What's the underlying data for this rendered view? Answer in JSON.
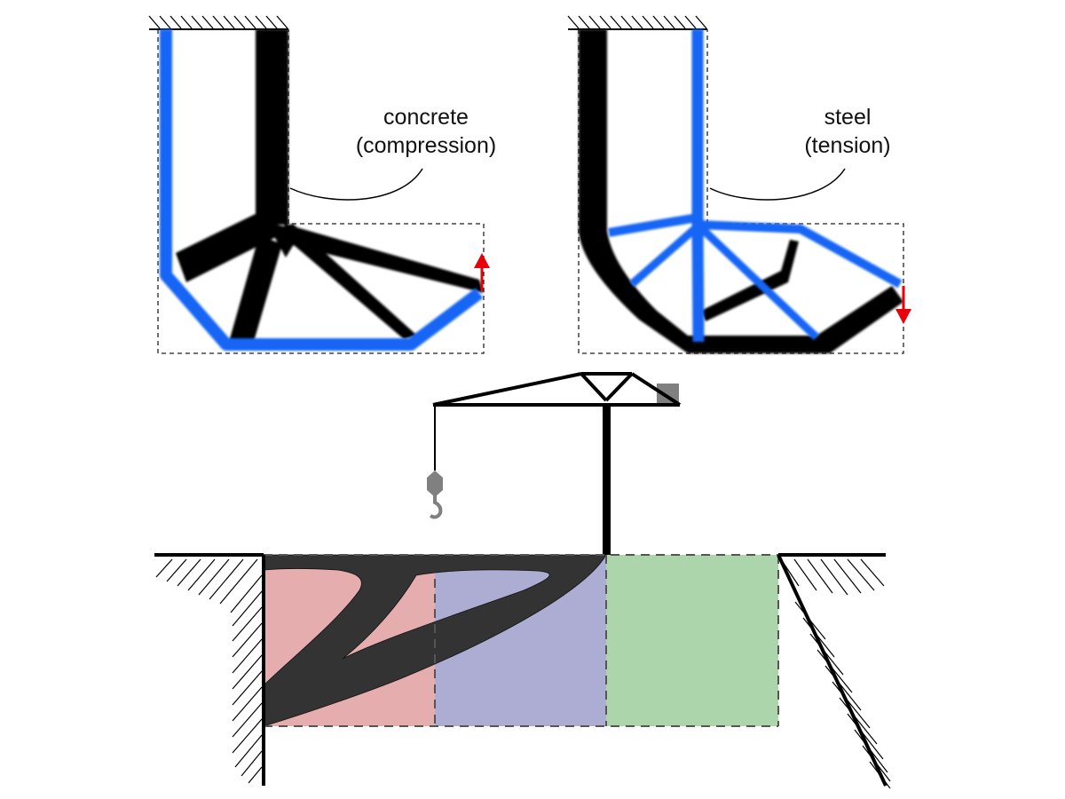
{
  "figure": {
    "panels": [
      {
        "id": "concrete",
        "label_line1": "concrete",
        "label_line2": "(compression)",
        "highlight_color": "#1565f5",
        "load_direction": "up"
      },
      {
        "id": "steel",
        "label_line1": "steel",
        "label_line2": "(tension)",
        "highlight_color": "#1565f5",
        "load_direction": "down"
      }
    ],
    "colors": {
      "material_black": "#000000",
      "load_arrow": "#e8000b",
      "soil_dark": "#333333",
      "zone_red": "#e5adad",
      "zone_blue": "#adadd4",
      "zone_green": "#acd5ac",
      "crane_gray": "#808080"
    },
    "construction_scene": {
      "zones": [
        "zone-1",
        "zone-2",
        "zone-3"
      ],
      "crane": "tower-crane"
    }
  }
}
